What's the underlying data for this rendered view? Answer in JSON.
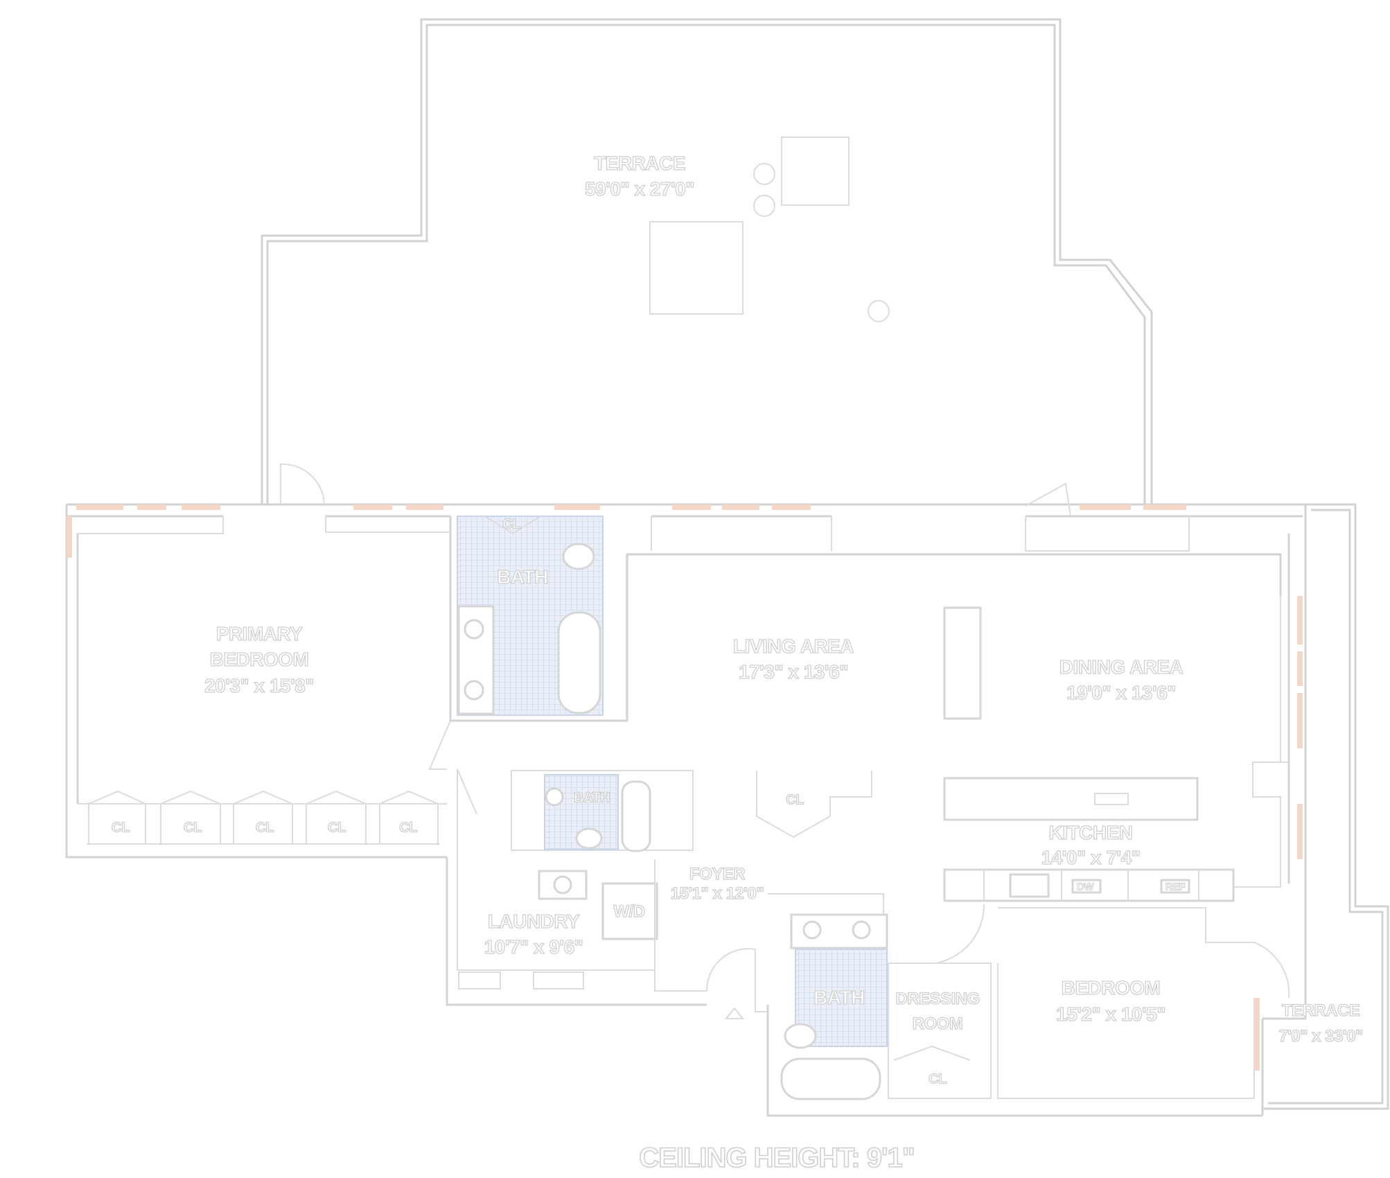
{
  "floorplan": {
    "ceiling_height": "CEILING HEIGHT: 9'1\"",
    "rooms": {
      "terrace_main": {
        "name": "TERRACE",
        "dims": "59'0\" x 27'0\""
      },
      "primary_bedroom": {
        "name_line1": "PRIMARY",
        "name_line2": "BEDROOM",
        "dims": "20'3\" x 15'8\""
      },
      "bath_primary": {
        "name": "BATH"
      },
      "living_area": {
        "name": "LIVING AREA",
        "dims": "17'3\" x 13'6\""
      },
      "dining_area": {
        "name": "DINING AREA",
        "dims": "19'0\" x 13'6\""
      },
      "kitchen": {
        "name": "KITCHEN",
        "dims": "14'0\" x 7'4\""
      },
      "bath_small": {
        "name": "BATH"
      },
      "foyer": {
        "name": "FOYER",
        "dims": "15'1\" x 12'0\""
      },
      "laundry": {
        "name": "LAUNDRY",
        "dims": "10'7\" x 9'6\""
      },
      "bath_secondary": {
        "name": "BATH"
      },
      "dressing_room": {
        "name_line1": "DRESSING",
        "name_line2": "ROOM"
      },
      "bedroom": {
        "name": "BEDROOM",
        "dims": "15'2\" x 10'5\""
      },
      "terrace_side": {
        "name": "TERRACE",
        "dims": "7'0\" x 33'0\""
      }
    },
    "fixtures": {
      "closet": "CL",
      "washer_dryer": "W/D",
      "dishwasher": "DW",
      "refrigerator": "REF"
    },
    "colors": {
      "wall": "#d2d2d2",
      "window": "#f3d7c6",
      "tile": "#c8d3e6",
      "label_outline": "#cfcfcf"
    }
  }
}
